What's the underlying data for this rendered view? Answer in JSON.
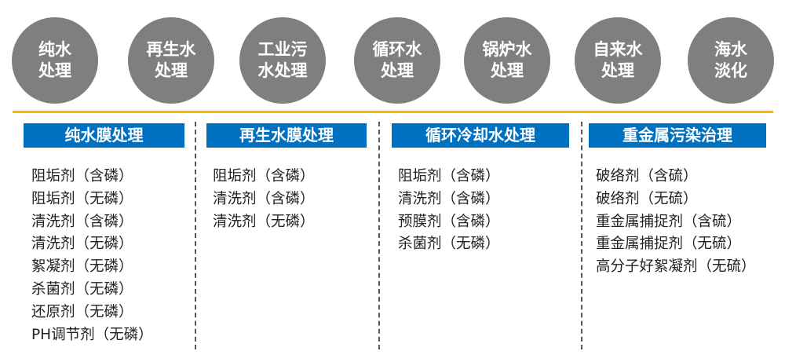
{
  "categories": [
    {
      "label": "纯水\n处理"
    },
    {
      "label": "再生水\n处理"
    },
    {
      "label": "工业污\n水处理"
    },
    {
      "label": "循环水\n处理"
    },
    {
      "label": "锅炉水\n处理"
    },
    {
      "label": "自来水\n处理"
    },
    {
      "label": "海水\n淡化"
    }
  ],
  "colors": {
    "circle": "#7f7f7f",
    "rule": "#ffb400",
    "header": "#0070c0",
    "text": "#222222"
  },
  "columns": [
    {
      "title": "纯水膜处理",
      "items": [
        "阻垢剂（含磷）",
        "阻垢剂（无磷）",
        "清洗剂（含磷）",
        "清洗剂（无磷）",
        "絮凝剂（无磷）",
        "杀菌剂（无磷）",
        "还原剂（无磷）",
        "PH调节剂（无磷）"
      ]
    },
    {
      "title": "再生水膜处理",
      "items": [
        "阻垢剂（含磷）",
        "清洗剂（含磷）",
        "清洗剂（无磷）"
      ]
    },
    {
      "title": "循环冷却水处理",
      "items": [
        "阻垢剂（含磷）",
        "清洗剂（含磷）",
        "预膜剂（含磷）",
        "杀菌剂（无磷）"
      ]
    },
    {
      "title": "重金属污染治理",
      "items": [
        "破络剂（含硫）",
        "破络剂（无硫）",
        "重金属捕捉剂（含硫）",
        "重金属捕捉剂（无硫）",
        "高分子好絮凝剂（无硫）"
      ]
    }
  ]
}
